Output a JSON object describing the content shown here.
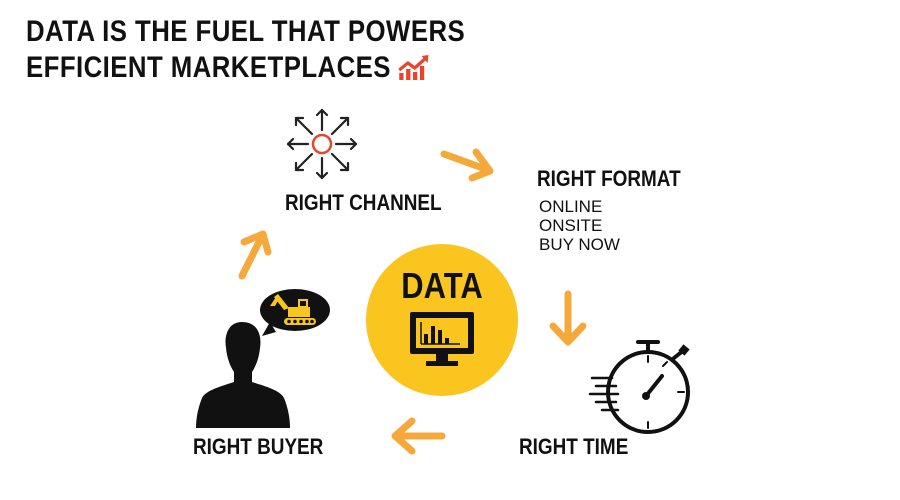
{
  "title": {
    "line1": "DATA IS THE FUEL THAT POWERS",
    "line2": "EFFICIENT MARKETPLACES",
    "icon": "trend-up-icon"
  },
  "center": {
    "label": "DATA",
    "icon": "monitor-bar-chart-icon",
    "color": "#f9c51e"
  },
  "nodes": {
    "channel": {
      "label": "RIGHT CHANNEL",
      "icon": "distribution-arrows-icon"
    },
    "format": {
      "label": "RIGHT FORMAT",
      "items": [
        "ONLINE",
        "ONSITE",
        "BUY NOW"
      ]
    },
    "time": {
      "label": "RIGHT TIME",
      "icon": "stopwatch-icon"
    },
    "buyer": {
      "label": "RIGHT BUYER",
      "icon": "person-speech-excavator-icon"
    }
  },
  "colors": {
    "arrow": "#f6a93b",
    "accent_red": "#e8452c",
    "text": "#111111"
  }
}
